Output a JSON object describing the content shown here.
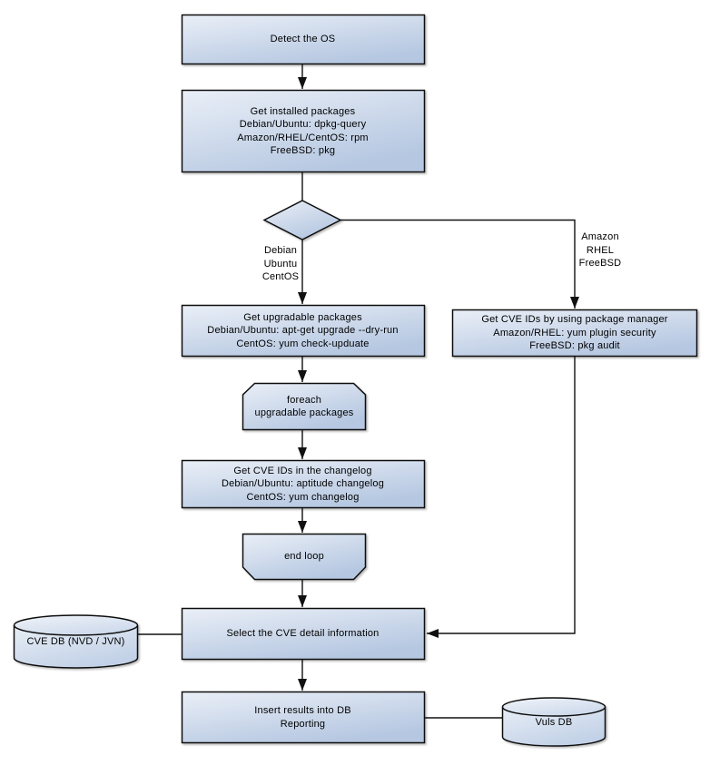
{
  "colors": {
    "shape_fill_light": "#eaeff7",
    "shape_fill_dark": "#b5c7e1",
    "cyl_fill_light": "#e8eef6",
    "cyl_fill_dark": "#c2d1e7",
    "cyl_top_light": "#f0f4fa",
    "cyl_top_dark": "#cdd9eb",
    "stroke": "#111111",
    "text": "#000000",
    "background": "#ffffff"
  },
  "nodes": {
    "detect_os": {
      "type": "process",
      "lines": [
        "Detect the OS"
      ]
    },
    "get_installed": {
      "type": "process",
      "lines": [
        "Get installed packages",
        "Debian/Ubuntu: dpkg-query",
        "Amazon/RHEL/CentOS: rpm",
        "FreeBSD: pkg"
      ]
    },
    "os_decision": {
      "type": "decision",
      "lines": []
    },
    "get_upgradable": {
      "type": "process",
      "lines": [
        "Get upgradable packages",
        "Debian/Ubuntu: apt-get upgrade --dry-run",
        "CentOS: yum check-upduate"
      ]
    },
    "get_cve_pkg_mgr": {
      "type": "process",
      "lines": [
        "Get CVE IDs by using package manager",
        "Amazon/RHEL: yum plugin security",
        "FreeBSD: pkg audit"
      ]
    },
    "foreach_loop": {
      "type": "loop-start",
      "lines": [
        "foreach",
        "upgradable packages"
      ]
    },
    "get_cve_changelog": {
      "type": "process",
      "lines": [
        "Get CVE IDs in the changelog",
        "Debian/Ubuntu: aptitude changelog",
        "CentOS: yum changelog"
      ]
    },
    "end_loop": {
      "type": "loop-end",
      "lines": [
        "end loop"
      ]
    },
    "select_cve": {
      "type": "process",
      "lines": [
        "Select the CVE detail information"
      ]
    },
    "cve_db": {
      "type": "database",
      "lines": [
        "CVE DB (NVD / JVN)"
      ]
    },
    "insert_results": {
      "type": "process",
      "lines": [
        "Insert results into DB",
        "Reporting"
      ]
    },
    "vuls_db": {
      "type": "database",
      "lines": [
        "Vuls DB"
      ]
    }
  },
  "edge_labels": {
    "left_branch": {
      "lines": [
        "Debian",
        "Ubuntu",
        "CentOS"
      ]
    },
    "right_branch": {
      "lines": [
        "Amazon",
        "RHEL",
        "FreeBSD"
      ]
    }
  }
}
